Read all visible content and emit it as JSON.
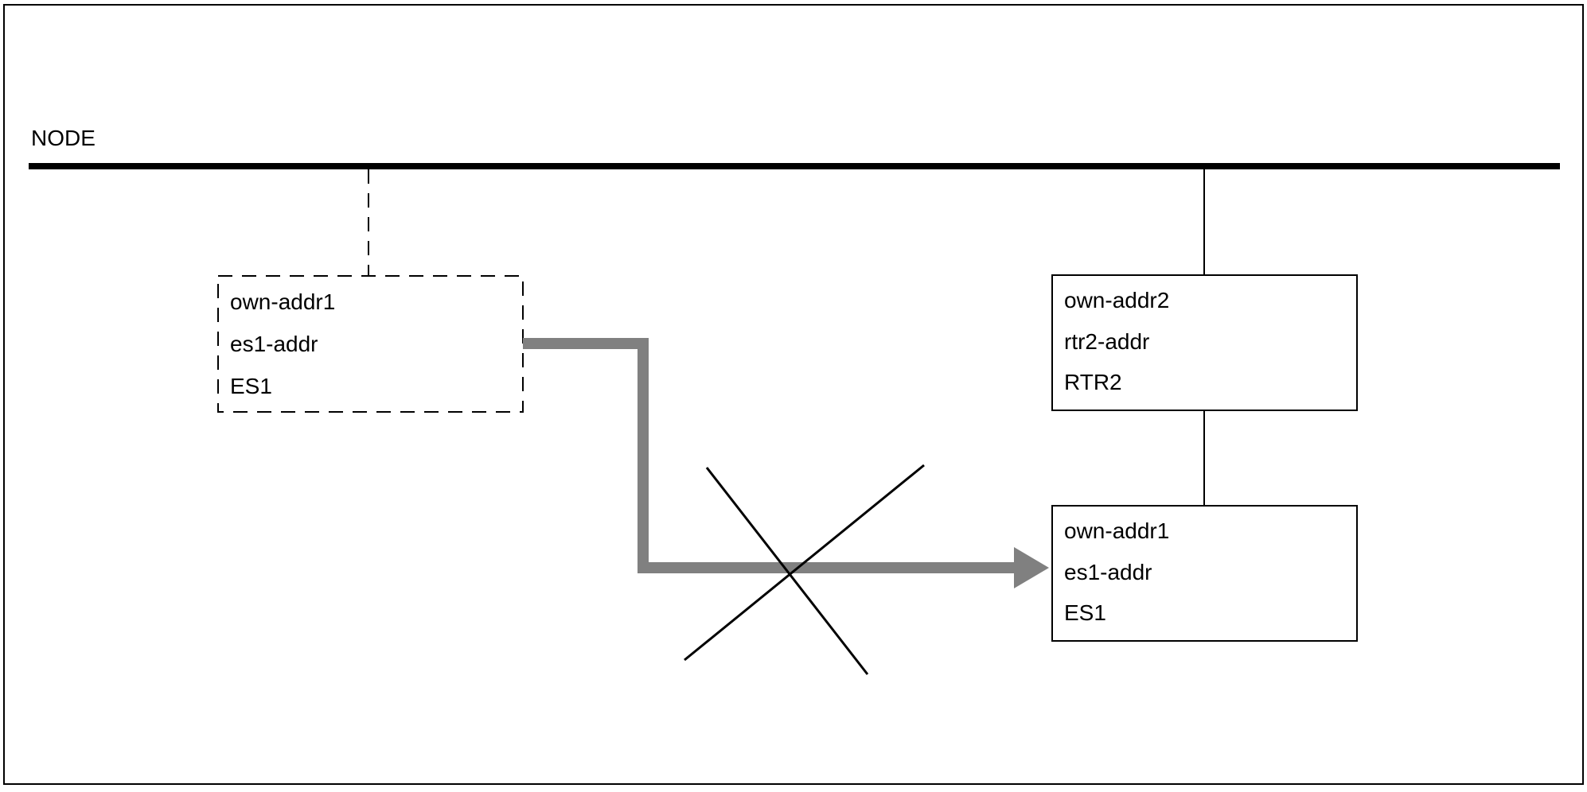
{
  "node": {
    "label": "NODE"
  },
  "moved_end_system": {
    "own_addr": "own-addr1",
    "es_addr": "es1-addr",
    "name": "ES1"
  },
  "router": {
    "own_addr": "own-addr2",
    "rtr_addr": "rtr2-addr",
    "name": "RTR2"
  },
  "end_system": {
    "own_addr": "own-addr1",
    "es_addr": "es1-addr",
    "name": "ES1"
  },
  "colors": {
    "line": "#000000",
    "arrow": "#808080",
    "background": "#ffffff"
  }
}
